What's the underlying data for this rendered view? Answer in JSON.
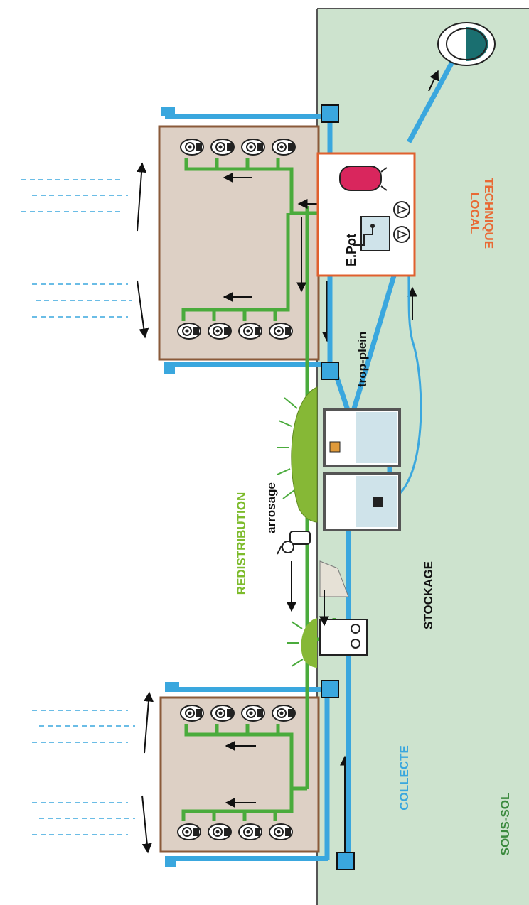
{
  "labels": {
    "local_technique": [
      "LOCAL",
      "TECHNIQUE"
    ],
    "epot": "E.Pot",
    "trop_plein": "trop-plein",
    "redistribution": "REDISTRIBUTION",
    "arrosage": "arrosage",
    "stockage": "STOCKAGE",
    "collecte": "COLLECTE",
    "sous_sol": "SOUS-SOL"
  },
  "colors": {
    "ground": "#cde3ce",
    "building": "#ddd0c5",
    "building_border": "#8a5a3a",
    "water_pipe": "#3aa7de",
    "green_pipe": "#4aab3c",
    "tech_border": "#e0602e",
    "tech_label": "#e86a35",
    "redistribution_label": "#7dbb2c",
    "collecte_label": "#3aa7de",
    "soussol_label": "#3b8a3e",
    "tank_water": "#cfe3ea",
    "shrub": "#86b836",
    "pink_tank": "#d9265d"
  },
  "icons": [
    "toilet-icon",
    "pump-icon",
    "faucet-icon",
    "pressure-tank-icon",
    "water-meter-icon",
    "arrow-icon",
    "rain-icon",
    "shrub-icon"
  ]
}
